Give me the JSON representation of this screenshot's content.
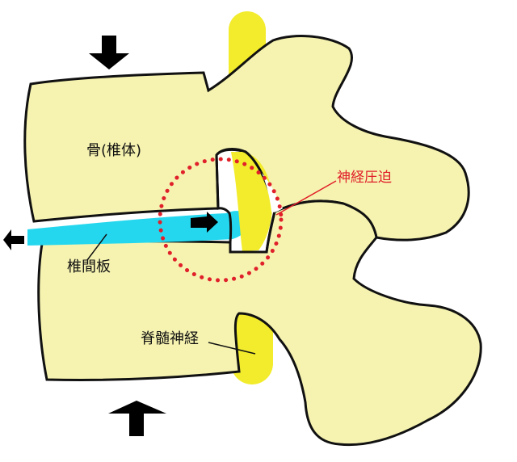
{
  "labels": {
    "bone": "骨(椎体)",
    "nerve_compression": "神経圧迫",
    "disc": "椎間板",
    "spinal_cord": "脊髄神経"
  },
  "colors": {
    "bone_fill": "#f6f3b0",
    "outline": "#111111",
    "disc": "#25d7ee",
    "nerve": "#f2ec2c",
    "compression_annotation": "#e0202a",
    "arrow": "#000000"
  },
  "icons": {
    "load_arrows": "arrow-down-icon / arrow-up-icon",
    "bulge_direction": "arrow-right-icon",
    "disc_squeeze": "arrow-left-icon"
  }
}
